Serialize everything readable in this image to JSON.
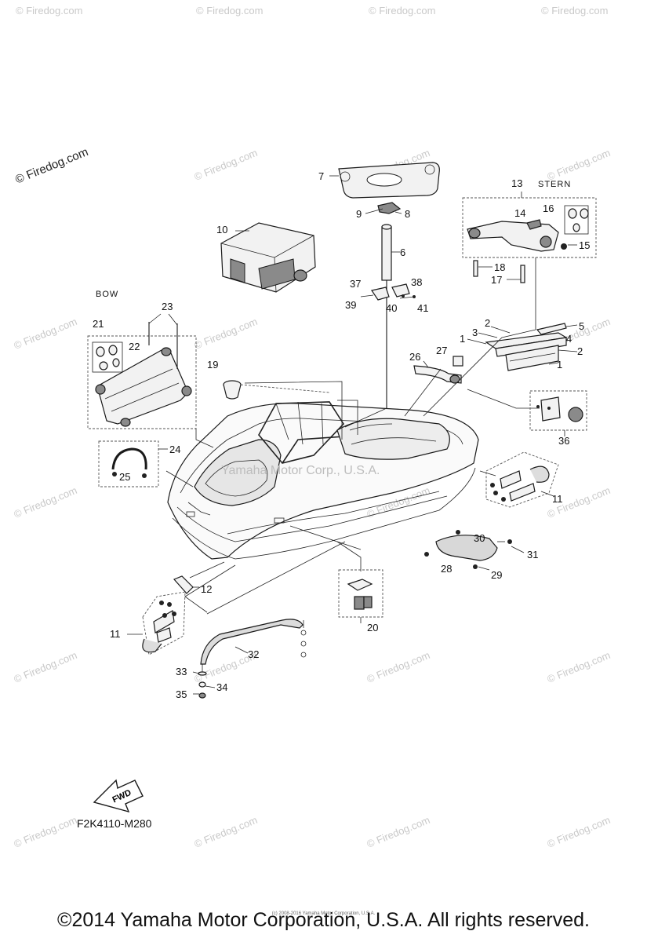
{
  "title_note": "© Firedog.com",
  "watermark_text": "© Firedog.com",
  "overlay_watermark": "Yamaha Motor Corp., U.S.A.",
  "labels": {
    "bow": "BOW",
    "stern": "STERN",
    "fwd": "FWD"
  },
  "diagram_code": "F2K4110-M280",
  "copyright": "©2014 Yamaha Motor Corporation, U.S.A. All rights reserved.",
  "tiny_credit": "(c) 2008-2016 Yamaha Motor Corporation, U.S.A.",
  "callouts": {
    "n1a": "1",
    "n1b": "1",
    "n2a": "2",
    "n2b": "2",
    "n3": "3",
    "n4": "4",
    "n5": "5",
    "n6": "6",
    "n7": "7",
    "n8": "8",
    "n9": "9",
    "n10": "10",
    "n11a": "11",
    "n11b": "11",
    "n12": "12",
    "n13": "13",
    "n14": "14",
    "n15": "15",
    "n16": "16",
    "n17": "17",
    "n18": "18",
    "n19": "19",
    "n20": "20",
    "n21": "21",
    "n22": "22",
    "n23": "23",
    "n24": "24",
    "n25": "25",
    "n26": "26",
    "n27": "27",
    "n28": "28",
    "n29": "29",
    "n30": "30",
    "n31": "31",
    "n32": "32",
    "n33": "33",
    "n34": "34",
    "n35": "35",
    "n36": "36",
    "n37": "37",
    "n38": "38",
    "n39": "39",
    "n40": "40",
    "n41": "41"
  }
}
